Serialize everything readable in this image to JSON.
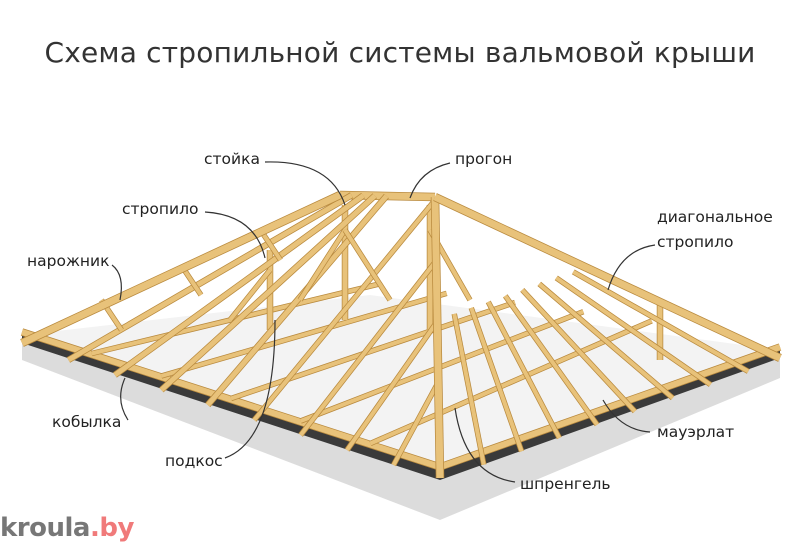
{
  "title": "Схема стропильной системы вальмовой крыши",
  "labels": {
    "stoyka": "стойка",
    "progon": "прогон",
    "stropilo": "стропило",
    "diagonal_1": "диагональное",
    "diagonal_2": "стропило",
    "narozhnik": "нарожник",
    "kobylka": "кобылка",
    "podkos": "подкос",
    "mauerlat": "мауэрлат",
    "shprengel": "шпренгель"
  },
  "logo": {
    "name": "kroula",
    "tld": ".by"
  },
  "colors": {
    "wood": "#e8c27a",
    "wood_dark": "#b98a3e",
    "slab": "#3a3a3a",
    "foundation": "#d9d9d9",
    "logo_gray": "#777777",
    "logo_red": "#f07a7a"
  }
}
